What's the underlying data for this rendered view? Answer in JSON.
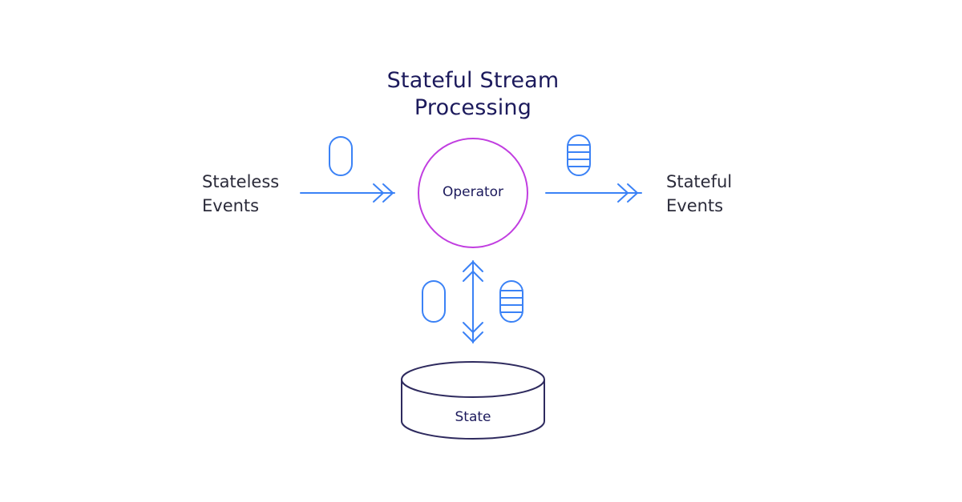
{
  "title": {
    "line1": "Stateful Stream",
    "line2": "Processing"
  },
  "input": {
    "line1": "Stateless",
    "line2": "Events"
  },
  "output": {
    "line1": "Stateful",
    "line2": "Events"
  },
  "operator": {
    "label": "Operator"
  },
  "state": {
    "label": "State"
  },
  "colors": {
    "title": "#1c1a5c",
    "arrow": "#3b82f6",
    "operator_ring": "#c13ee0",
    "store": "#2e2a5e"
  }
}
